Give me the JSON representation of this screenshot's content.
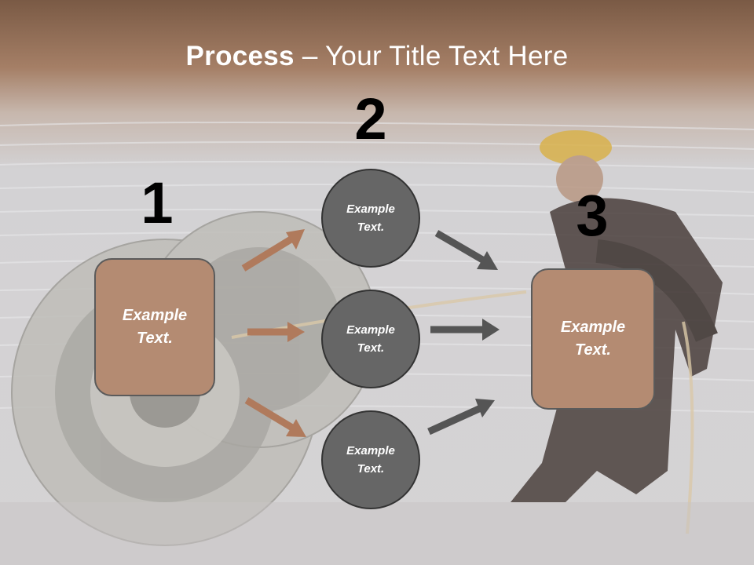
{
  "title": {
    "bold": "Process",
    "rest": " – Your Title Text Here"
  },
  "steps": [
    {
      "number": "1",
      "text": "Example Text."
    },
    {
      "number": "2",
      "items": [
        "Example Text.",
        "Example Text.",
        "Example Text."
      ]
    },
    {
      "number": "3",
      "text": "Example Text."
    }
  ],
  "colors": {
    "box": "#b48b72",
    "circle": "#666666",
    "arrow_brown": "#b07a5c",
    "arrow_gray": "#555555"
  }
}
